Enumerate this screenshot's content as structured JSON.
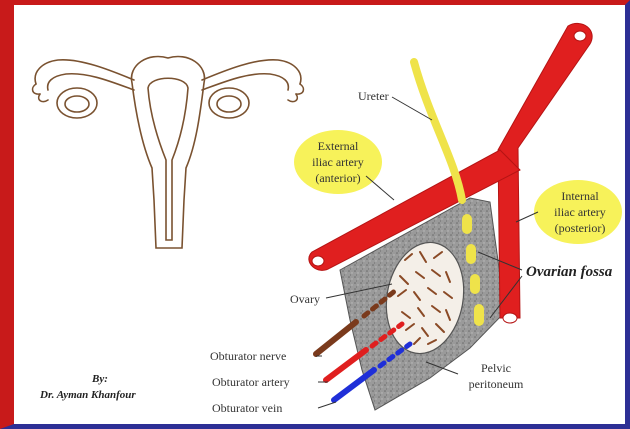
{
  "labels": {
    "ureter": "Ureter",
    "external_iliac_line1": "External",
    "external_iliac_line2": "iliac artery",
    "external_iliac_line3": "(anterior)",
    "internal_iliac_line1": "Internal",
    "internal_iliac_line2": "iliac artery",
    "internal_iliac_line3": "(posterior)",
    "ovarian_fossa": "Ovarian fossa",
    "ovary": "Ovary",
    "obturator_nerve": "Obturator nerve",
    "obturator_artery": "Obturator artery",
    "obturator_vein": "Obturator vein",
    "pelvic_line1": "Pelvic",
    "pelvic_line2": "peritoneum"
  },
  "author": {
    "by": "By:",
    "name": "Dr. Ayman Khanfour"
  },
  "colors": {
    "artery_red": "#e01f1f",
    "ureter_yellow": "#efe34a",
    "highlight_yellow": "#f7f25a",
    "peritoneum_gray": "#8f8f8f",
    "ovary_fill": "#f4efe8",
    "ovary_texture": "#8a4a26",
    "nerve_brown": "#7a3a1c",
    "vein_blue": "#1f2fd8",
    "uterus_outline": "#7a5230",
    "frame_red": "#c81a1a",
    "frame_blue": "#2d2f95"
  }
}
